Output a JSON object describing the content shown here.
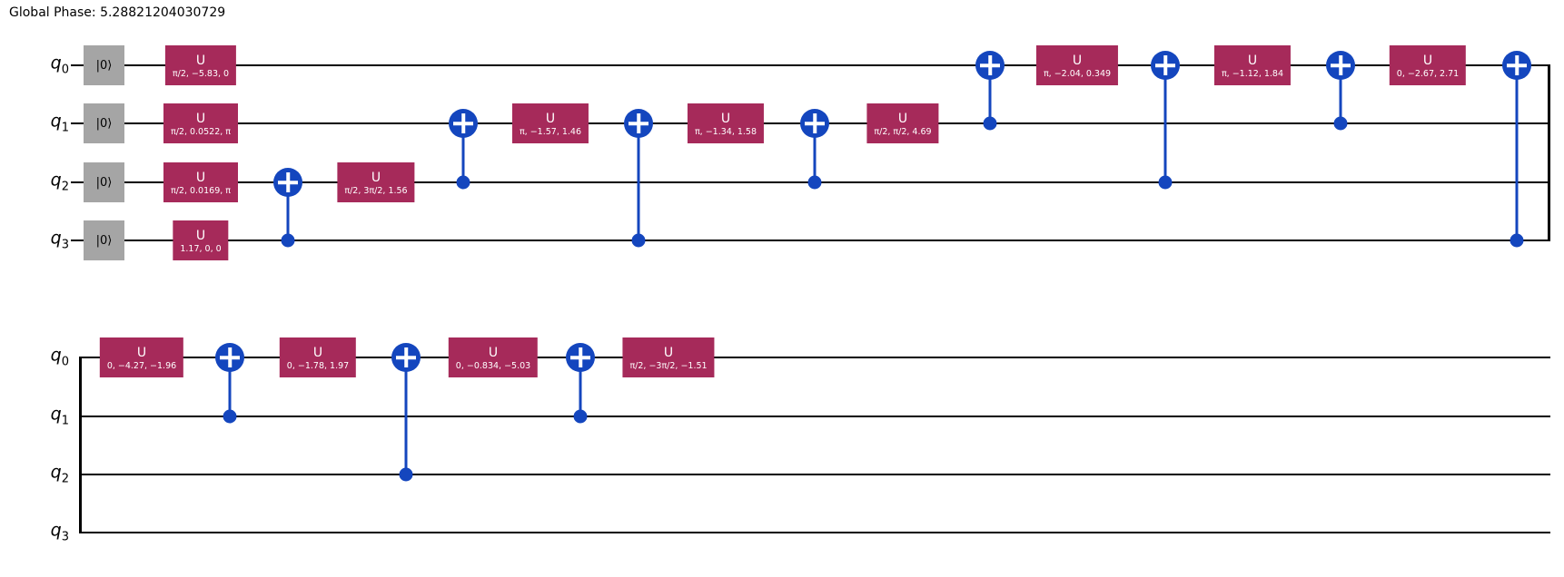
{
  "global_phase": "Global Phase: 5.28821204030729",
  "colors": {
    "u_gate": "#a62a5a",
    "cx_blue": "#1446be",
    "init_gray": "#a5a5a5",
    "wire": "#000000"
  },
  "num_qubits": 4,
  "rows": [
    {
      "qubits": [
        {
          "base": "q",
          "index": "0"
        },
        {
          "base": "q",
          "index": "1"
        },
        {
          "base": "q",
          "index": "2"
        },
        {
          "base": "q",
          "index": "3"
        }
      ],
      "init_label": "|0⟩",
      "ops": [
        {
          "gate": "U",
          "label": "U",
          "qubit": 0,
          "params": "π/2, −5.83, 0"
        },
        {
          "gate": "U",
          "label": "U",
          "qubit": 1,
          "params": "π/2, 0.0522, π"
        },
        {
          "gate": "U",
          "label": "U",
          "qubit": 2,
          "params": "π/2, 0.0169, π"
        },
        {
          "gate": "U",
          "label": "U",
          "qubit": 3,
          "params": "1.17, 0, 0"
        },
        {
          "gate": "CX",
          "control": 3,
          "target": 2
        },
        {
          "gate": "U",
          "label": "U",
          "qubit": 2,
          "params": "π/2, 3π/2, 1.56"
        },
        {
          "gate": "CX",
          "control": 2,
          "target": 1
        },
        {
          "gate": "U",
          "label": "U",
          "qubit": 1,
          "params": "π, −1.57, 1.46"
        },
        {
          "gate": "CX",
          "control": 3,
          "target": 1
        },
        {
          "gate": "U",
          "label": "U",
          "qubit": 1,
          "params": "π, −1.34, 1.58"
        },
        {
          "gate": "CX",
          "control": 2,
          "target": 1
        },
        {
          "gate": "U",
          "label": "U",
          "qubit": 1,
          "params": "π/2, π/2, 4.69"
        },
        {
          "gate": "CX",
          "control": 1,
          "target": 0
        },
        {
          "gate": "U",
          "label": "U",
          "qubit": 0,
          "params": "π, −2.04, 0.349"
        },
        {
          "gate": "CX",
          "control": 2,
          "target": 0
        },
        {
          "gate": "U",
          "label": "U",
          "qubit": 0,
          "params": "π, −1.12, 1.84"
        },
        {
          "gate": "CX",
          "control": 1,
          "target": 0
        },
        {
          "gate": "U",
          "label": "U",
          "qubit": 0,
          "params": "0, −2.67, 2.71"
        },
        {
          "gate": "CX",
          "control": 3,
          "target": 0
        }
      ]
    },
    {
      "qubits": [
        {
          "base": "q",
          "index": "0"
        },
        {
          "base": "q",
          "index": "1"
        },
        {
          "base": "q",
          "index": "2"
        },
        {
          "base": "q",
          "index": "3"
        }
      ],
      "ops": [
        {
          "gate": "U",
          "label": "U",
          "qubit": 0,
          "params": "0, −4.27, −1.96"
        },
        {
          "gate": "CX",
          "control": 1,
          "target": 0
        },
        {
          "gate": "U",
          "label": "U",
          "qubit": 0,
          "params": "0, −1.78, 1.97"
        },
        {
          "gate": "CX",
          "control": 2,
          "target": 0
        },
        {
          "gate": "U",
          "label": "U",
          "qubit": 0,
          "params": "0, −0.834, −5.03"
        },
        {
          "gate": "CX",
          "control": 1,
          "target": 0
        },
        {
          "gate": "U",
          "label": "U",
          "qubit": 0,
          "params": "π/2, −3π/2, −1.51"
        }
      ]
    }
  ]
}
